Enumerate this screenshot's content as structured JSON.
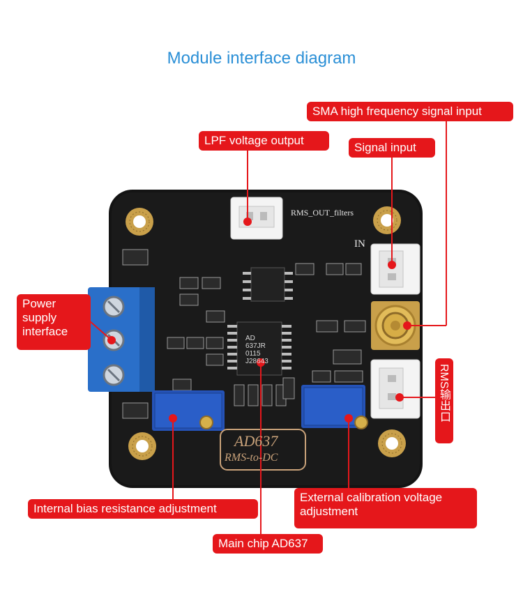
{
  "title": "Module interface diagram",
  "labels": {
    "sma": "SMA high frequency signal input",
    "lpf": "LPF voltage output",
    "signal_input": "Signal input",
    "power": "Power supply interface",
    "rms_out": "RMS输出口",
    "internal_bias": "Internal bias resistance adjustment",
    "external_cal": "External calibration voltage adjustment",
    "main_chip": "Main chip AD637"
  },
  "board": {
    "rms_out_filters": "RMS_OUT_filters",
    "in": "IN",
    "ad637_line1": "AD637",
    "ad637_line2": "RMS-to-DC",
    "chip_lines": [
      "AD",
      "637JR",
      "0115",
      "J28643"
    ],
    "pcb_color": "#151515",
    "pad_color": "#c9a04a",
    "terminal_color": "#2a6fc9",
    "connector_color": "#f2f2f2"
  },
  "colors": {
    "title": "#2a8fd6",
    "label_bg": "#e5171b",
    "leader": "#e5171b"
  }
}
